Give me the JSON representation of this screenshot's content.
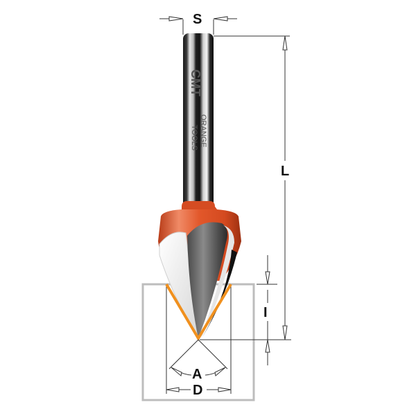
{
  "diagram": {
    "title": "V-groove router bit dimension drawing",
    "dimensions": {
      "shank_diameter": "S",
      "overall_length": "L",
      "cutting_height": "I",
      "angle": "A",
      "cutting_diameter": "D"
    },
    "shank_branding": {
      "logo": "CMT",
      "line1": "ORANGE",
      "line2": "TOOLS"
    },
    "colors": {
      "body_orange": "#e2572a",
      "groove_orange": "#f0901e",
      "workpiece_outline": "#bdbdbd",
      "dimension_line": "#333333"
    }
  }
}
